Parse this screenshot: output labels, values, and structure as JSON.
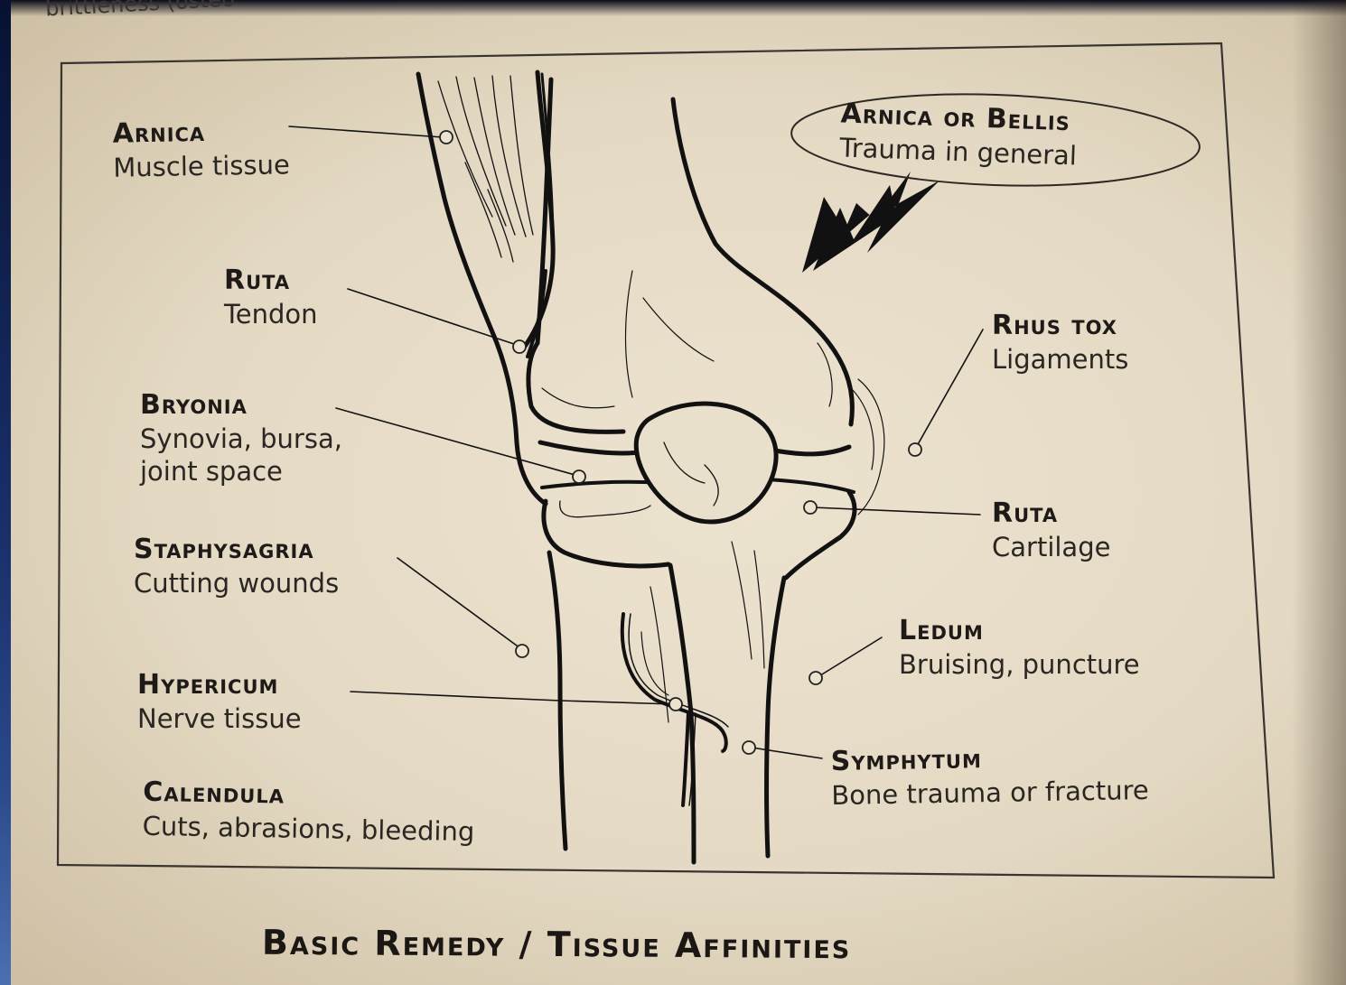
{
  "header_fragment": "brittleness (osteo",
  "callout": {
    "name": "Arnica or Bellis",
    "desc": "Trauma in general"
  },
  "labels": {
    "arnica": {
      "name": "Arnica",
      "desc": "Muscle tissue"
    },
    "ruta_tendon": {
      "name": "Ruta",
      "desc": "Tendon"
    },
    "bryonia": {
      "name": "Bryonia",
      "desc1": "Synovia, bursa,",
      "desc2": "joint space"
    },
    "staphysagria": {
      "name": "Staphysagria",
      "desc": "Cutting wounds"
    },
    "hypericum": {
      "name": "Hypericum",
      "desc": "Nerve tissue"
    },
    "calendula": {
      "name": "Calendula",
      "desc": "Cuts, abrasions, bleeding"
    },
    "rhus_tox": {
      "name": "Rhus tox",
      "desc": "Ligaments"
    },
    "ruta_cartilage": {
      "name": "Ruta",
      "desc": "Cartilage"
    },
    "ledum": {
      "name": "Ledum",
      "desc": "Bruising, puncture"
    },
    "symphytum": {
      "name": "Symphytum",
      "desc": "Bone trauma or fracture"
    }
  },
  "caption": "Basic Remedy / Tissue Affinities"
}
